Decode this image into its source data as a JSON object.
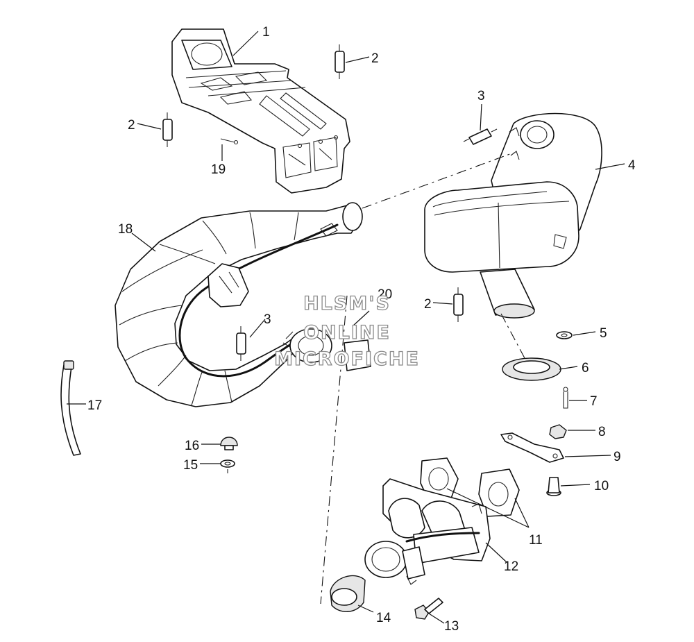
{
  "watermark": {
    "line1": "HLSM'S",
    "line2": "ONLINE",
    "line3": "MICROFICHE"
  },
  "callouts": [
    {
      "id": "1",
      "label": "1"
    },
    {
      "id": "2a",
      "label": "2"
    },
    {
      "id": "2b",
      "label": "2"
    },
    {
      "id": "2c",
      "label": "2"
    },
    {
      "id": "3a",
      "label": "3"
    },
    {
      "id": "3b",
      "label": "3"
    },
    {
      "id": "4",
      "label": "4"
    },
    {
      "id": "5",
      "label": "5"
    },
    {
      "id": "6",
      "label": "6"
    },
    {
      "id": "7",
      "label": "7"
    },
    {
      "id": "8",
      "label": "8"
    },
    {
      "id": "9",
      "label": "9"
    },
    {
      "id": "10",
      "label": "10"
    },
    {
      "id": "11",
      "label": "11"
    },
    {
      "id": "12",
      "label": "12"
    },
    {
      "id": "13",
      "label": "13"
    },
    {
      "id": "14",
      "label": "14"
    },
    {
      "id": "15",
      "label": "15"
    },
    {
      "id": "16",
      "label": "16"
    },
    {
      "id": "17",
      "label": "17"
    },
    {
      "id": "18",
      "label": "18"
    },
    {
      "id": "19",
      "label": "19"
    },
    {
      "id": "20",
      "label": "20"
    }
  ]
}
